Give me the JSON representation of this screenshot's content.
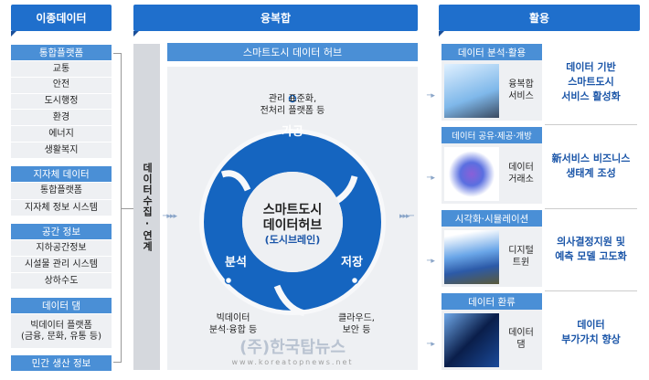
{
  "left": {
    "header": "이종데이터",
    "sections": [
      {
        "title": "통합플랫폼",
        "items": [
          "교통",
          "안전",
          "도시행정",
          "환경",
          "에너지",
          "생활복지"
        ]
      },
      {
        "title": "지자체 데이터",
        "items": [
          "통합플랫폼",
          "지자체 정보 시스템"
        ]
      },
      {
        "title": "공간 정보",
        "items": [
          "지하공간정보",
          "시설물 관리 시스템",
          "상하수도"
        ]
      },
      {
        "title": "데이터 댐",
        "items": [
          "빅데이터 플랫폼\n(금융, 문화, 유통 등)"
        ]
      },
      {
        "title": "민간 생산 정보",
        "items": []
      }
    ]
  },
  "collect": "데이터수집·연계",
  "middle": {
    "header": "융복합",
    "hub_title": "스마트도시 데이터 허브",
    "center": {
      "line1": "스마트도시",
      "line2": "데이터허브",
      "line3": "(도시브레인)"
    },
    "segments": [
      {
        "label": "가공",
        "desc": "관리 표준화,\n전처리 플랫폼 등"
      },
      {
        "label": "저장",
        "desc": "클라우드,\n보안 등"
      },
      {
        "label": "분석",
        "desc": "빅데이터\n분석·융합 등"
      }
    ]
  },
  "right": {
    "header": "활용",
    "cards": [
      {
        "title": "데이터 분석·활용",
        "label": "융복합\n서비스",
        "result": "데이터 기반\n스마트도시\n서비스 활성화",
        "icon": "smart-city-icon"
      },
      {
        "title": "데이터 공유·제공·개방",
        "label": "데이터\n거래소",
        "result": "新서비스 비즈니스\n생태계 조성",
        "icon": "data-exchange-icon"
      },
      {
        "title": "시각화·시뮬레이션",
        "label": "디지털\n트윈",
        "result": "의사결정지원 및\n예측 모델 고도화",
        "icon": "digital-twin-icon"
      },
      {
        "title": "데이터 환류",
        "label": "데이터\n댐",
        "result": "데이터\n부가가치 향상",
        "icon": "data-dam-icon"
      }
    ]
  },
  "watermark": {
    "name": "(주)한국탑뉴스",
    "url": "www.koreatopnews.net"
  },
  "colors": {
    "primary": "#1f6fcc",
    "secondary": "#4a8fd6",
    "ring": "#1565c0",
    "panel": "#eef0f3"
  }
}
